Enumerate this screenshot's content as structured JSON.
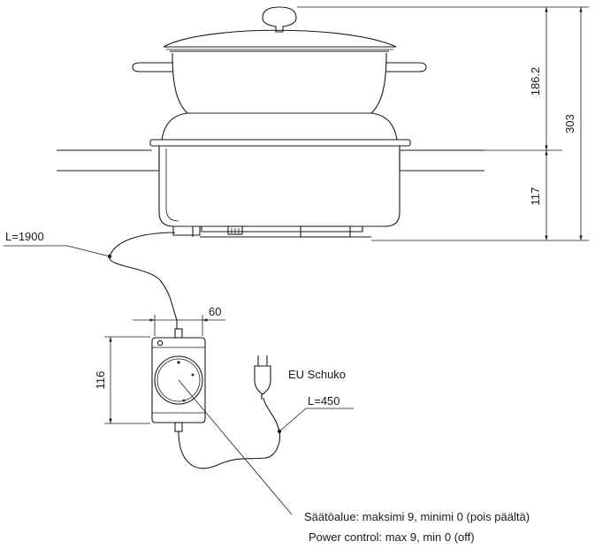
{
  "dimensions": {
    "overall_height": "303",
    "upper_height": "186.2",
    "lower_height": "117",
    "control_width": "60",
    "control_height": "116"
  },
  "cords": {
    "control_cord_length": "L=1900",
    "plug_cord_length": "L=450"
  },
  "plug": {
    "label": "EU Schuko"
  },
  "notes": {
    "control_range_fi": "Säätöalue: maksimi 9, minimi 0 (pois päältä)",
    "control_range_en": "Power control: max 9, min 0 (off)"
  }
}
